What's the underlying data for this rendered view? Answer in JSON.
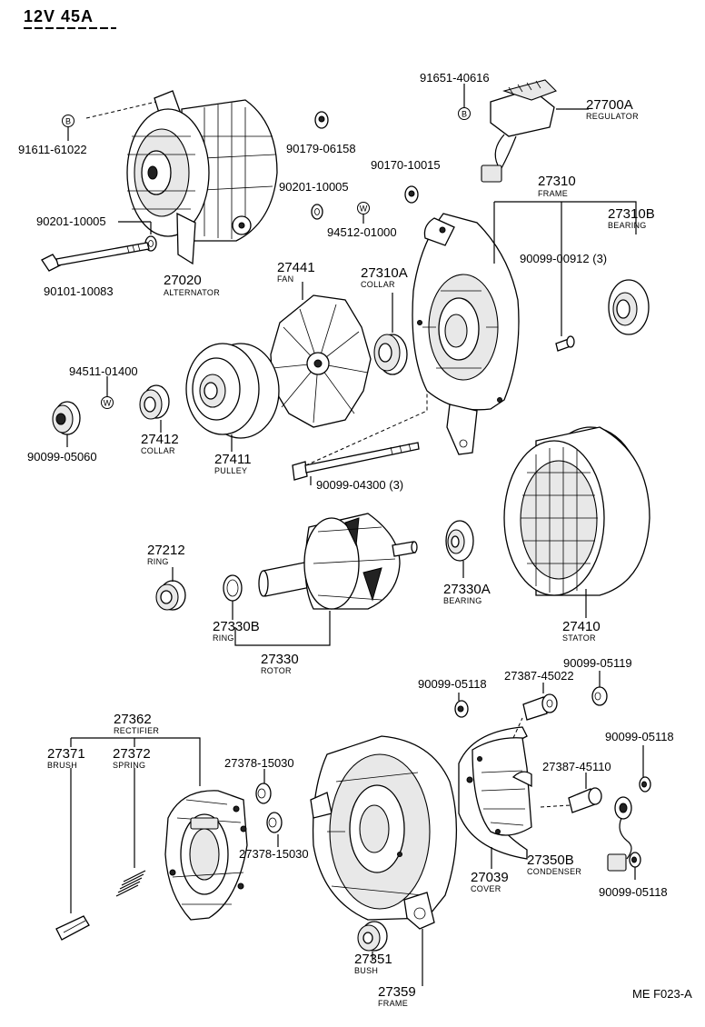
{
  "header": {
    "title": "12V  45A"
  },
  "footer": {
    "code": "ME F023-A"
  },
  "markers": {
    "b1": "B",
    "b2": "B",
    "w1": "W",
    "w2": "W"
  },
  "labels": {
    "p91651_40616": "91651-40616",
    "p27700A": "27700A",
    "n27700A": "REGULATOR",
    "p91611_61022": "91611-61022",
    "p90179_06158": "90179-06158",
    "p90170_10015": "90170-10015",
    "p90201_10005_a": "90201-10005",
    "p94512_01000": "94512-01000",
    "p27310": "27310",
    "n27310": "FRAME",
    "p27310B": "27310B",
    "n27310B": "BEARING",
    "p90201_10005_b": "90201-10005",
    "p90099_00912": "90099-00912 (3)",
    "p27020": "27020",
    "n27020": "ALTERNATOR",
    "p90101_10083": "90101-10083",
    "p27441": "27441",
    "n27441": "FAN",
    "p27310A": "27310A",
    "n27310A": "COLLAR",
    "p94511_01400": "94511-01400",
    "p90099_05060": "90099-05060",
    "p27412": "27412",
    "n27412": "COLLAR",
    "p27411": "27411",
    "n27411": "PULLEY",
    "p90099_04300": "90099-04300 (3)",
    "p27212": "27212",
    "n27212": "RING",
    "p27330B": "27330B",
    "n27330B": "RING",
    "p27330A": "27330A",
    "n27330A": "BEARING",
    "p27330": "27330",
    "n27330": "ROTOR",
    "p27410": "27410",
    "n27410": "STATOR",
    "p90099_05119": "90099-05119",
    "p90099_05118_a": "90099-05118",
    "p27387_45022": "27387-45022",
    "p27362": "27362",
    "n27362": "RECTIFIER",
    "p27371": "27371",
    "n27371": "BRUSH",
    "p27372": "27372",
    "n27372": "SPRING",
    "p27378_15030_a": "27378-15030",
    "p27378_15030_b": "27378-15030",
    "p90099_05118_b": "90099-05118",
    "p27387_45110": "27387-45110",
    "p27350B": "27350B",
    "n27350B": "CONDENSER",
    "p27039": "27039",
    "n27039": "COVER",
    "p90099_05118_c": "90099-05118",
    "p27351": "27351",
    "n27351": "BUSH",
    "p27359": "27359",
    "n27359": "FRAME"
  }
}
